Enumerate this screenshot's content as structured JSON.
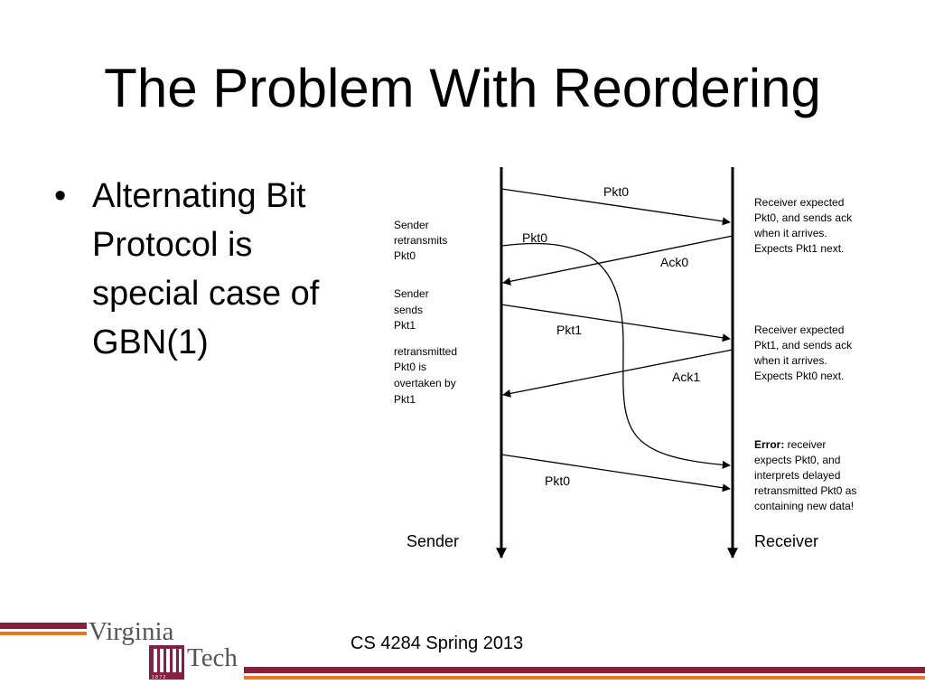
{
  "slide": {
    "title": "The Problem With Reordering",
    "bullet": "Alternating Bit Protocol is special case of GBN(1)",
    "footer": "CS 4284 Spring 2013"
  },
  "diagram": {
    "sender_label": "Sender",
    "receiver_label": "Receiver",
    "messages": {
      "pkt0_first": "Pkt0",
      "pkt0_retransmitted": "Pkt0",
      "ack0": "Ack0",
      "pkt1": "Pkt1",
      "ack1": "Ack1",
      "pkt0_new": "Pkt0"
    },
    "sender_notes": {
      "retransmit": [
        "Sender",
        "retransmits",
        "Pkt0"
      ],
      "sends_pkt1": [
        "Sender",
        "sends",
        "Pkt1"
      ],
      "overtaken": [
        "retransmitted",
        "Pkt0 is",
        "overtaken by",
        "Pkt1"
      ]
    },
    "receiver_notes": {
      "expects_pkt1": [
        "Receiver expected",
        "Pkt0, and sends ack",
        "when it arrives.",
        "Expects Pkt1 next."
      ],
      "expects_pkt0": [
        "Receiver expected",
        "Pkt1, and sends ack",
        "when it arrives.",
        "Expects Pkt0 next."
      ],
      "error_label": "Error:",
      "error_lines": [
        " receiver",
        "expects Pkt0, and",
        "interprets delayed",
        "retransmitted Pkt0 as",
        "containing new data!"
      ]
    }
  },
  "logo": {
    "line1": "Virginia",
    "line2": "Tech",
    "year": "1 8 7 2"
  },
  "colors": {
    "maroon": "#861f41",
    "orange": "#e87722"
  }
}
